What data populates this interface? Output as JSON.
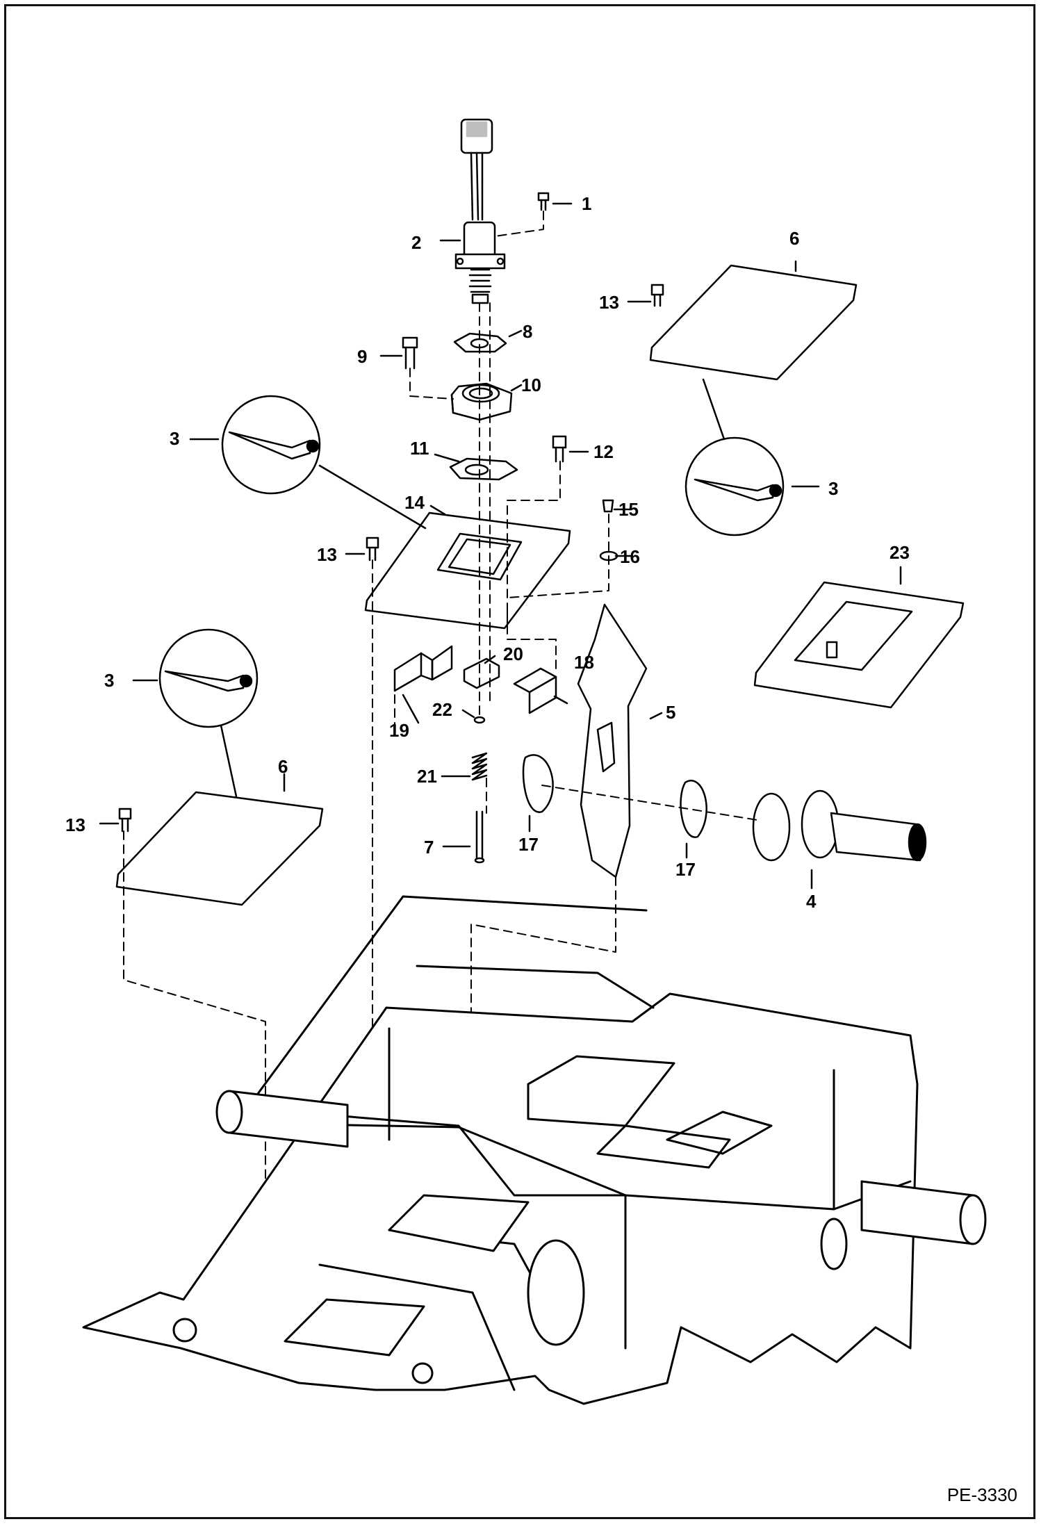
{
  "figure_id": "PE-3330",
  "callouts": {
    "c1": "1",
    "c2": "2",
    "c3a": "3",
    "c3b": "3",
    "c3c": "3",
    "c4": "4",
    "c5": "5",
    "c6a": "6",
    "c6b": "6",
    "c7": "7",
    "c8": "8",
    "c9": "9",
    "c10": "10",
    "c11": "11",
    "c12": "12",
    "c13a": "13",
    "c13b": "13",
    "c13c": "13",
    "c14": "14",
    "c15": "15",
    "c16": "16",
    "c17a": "17",
    "c17b": "17",
    "c18": "18",
    "c19": "19",
    "c20": "20",
    "c21": "21",
    "c22": "22",
    "c23": "23"
  }
}
